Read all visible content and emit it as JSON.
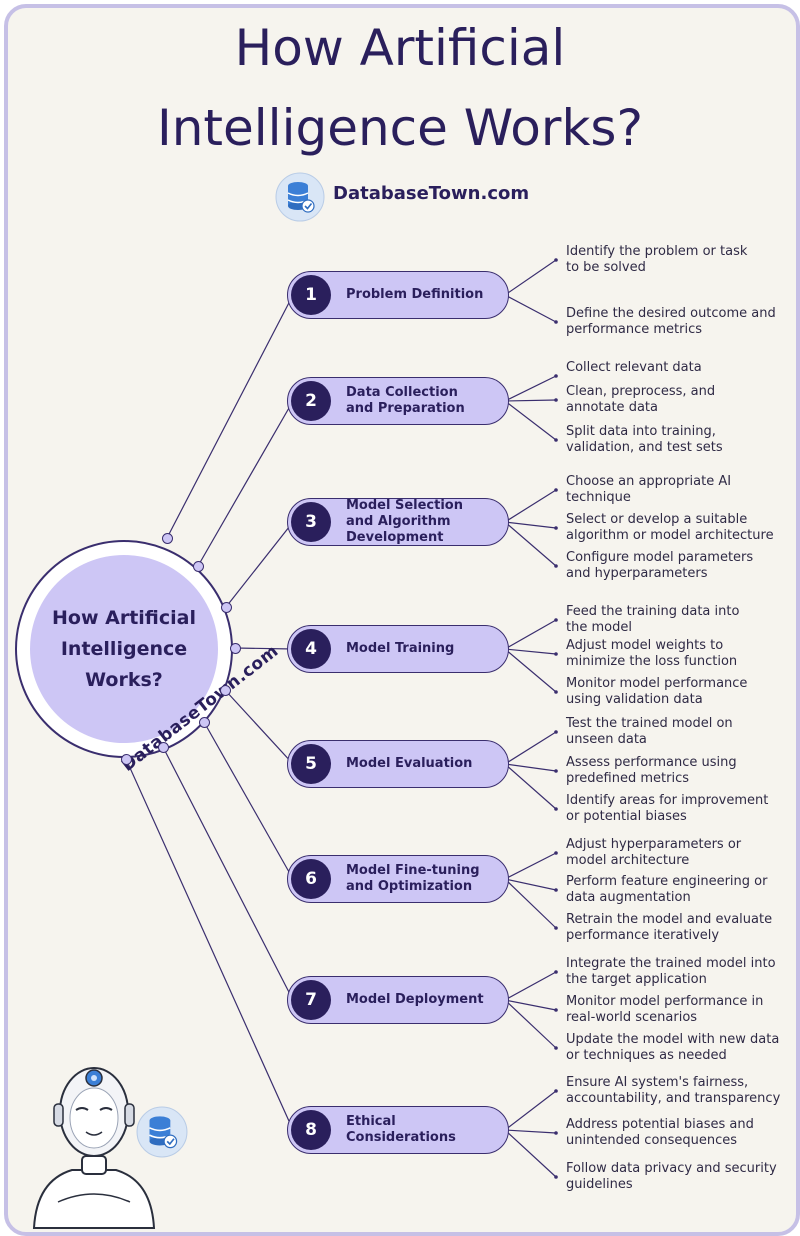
{
  "title_line1": "How Artificial",
  "title_line2": "Intelligence Works?",
  "brand": "DatabaseTown.com",
  "hub": "How Artificial Intelligence Works?",
  "watermark": "DatabaseTown.com",
  "colors": {
    "dark_purple": "#2a1f5c",
    "lavender": "#cdc6f5",
    "frame": "#c6c0e6",
    "background": "#f6f4ee"
  },
  "icons": [
    "database-icon",
    "robot-illustration"
  ],
  "steps": [
    {
      "num": "1",
      "label": "Problem Definition",
      "bullets": [
        "Identify the problem or task\nto be solved",
        "Define the desired outcome and\nperformance metrics"
      ]
    },
    {
      "num": "2",
      "label": "Data Collection\nand Preparation",
      "bullets": [
        "Collect relevant data",
        "Clean, preprocess, and\nannotate data",
        "Split data into training,\nvalidation, and test sets"
      ]
    },
    {
      "num": "3",
      "label": "Model Selection\nand Algorithm\nDevelopment",
      "bullets": [
        "Choose an appropriate AI\ntechnique",
        "Select or develop a suitable\nalgorithm or model architecture",
        "Configure model parameters\nand hyperparameters"
      ]
    },
    {
      "num": "4",
      "label": "Model Training",
      "bullets": [
        "Feed the training data into\nthe model",
        "Adjust model weights to\nminimize the loss function",
        "Monitor model performance\nusing validation data"
      ]
    },
    {
      "num": "5",
      "label": "Model Evaluation",
      "bullets": [
        "Test the trained model on\nunseen data",
        "Assess performance using\npredefined metrics",
        "Identify areas for improvement\nor potential biases"
      ]
    },
    {
      "num": "6",
      "label": "Model  Fine-tuning\nand Optimization",
      "bullets": [
        "Adjust hyperparameters or\nmodel architecture",
        "Perform feature engineering or\ndata augmentation",
        "Retrain the model and evaluate\nperformance iteratively"
      ]
    },
    {
      "num": "7",
      "label": "Model Deployment",
      "bullets": [
        "Integrate the trained model into\nthe target application",
        "Monitor model performance in\nreal-world scenarios",
        "Update the model with new data\nor techniques as needed"
      ]
    },
    {
      "num": "8",
      "label": "Ethical\nConsiderations",
      "bullets": [
        "Ensure AI system's fairness,\naccountability, and transparency",
        "Address potential biases and\nunintended consequences",
        "Follow data privacy and security\nguidelines"
      ]
    }
  ]
}
